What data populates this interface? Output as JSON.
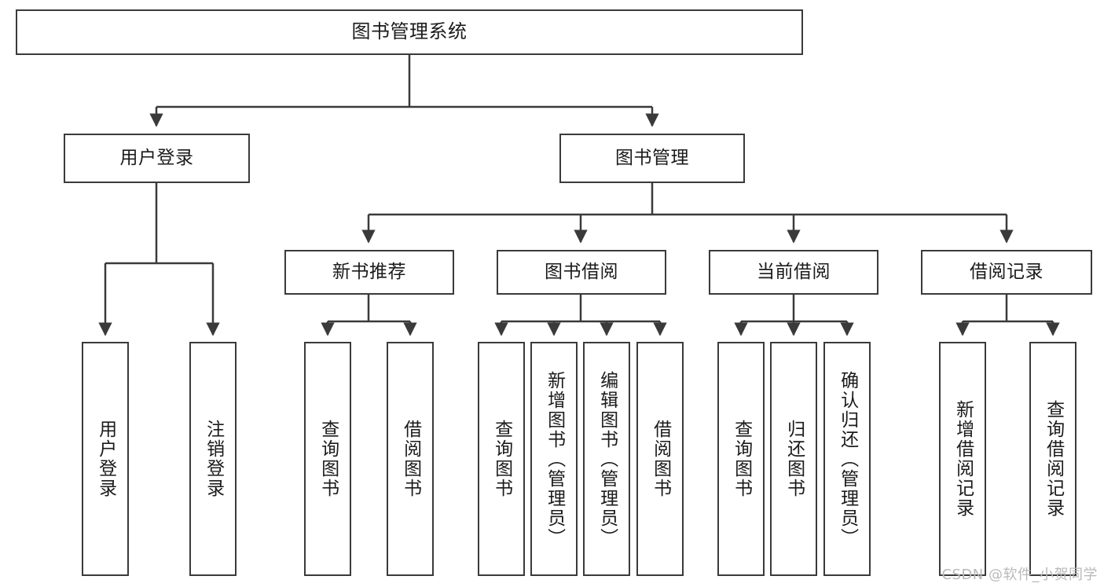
{
  "diagram": {
    "type": "tree-hierarchy",
    "title": "图书管理系统",
    "watermark": "CSDN @软件_小贺同学",
    "colors": {
      "box_border": "#3a3a3a",
      "box_fill": "#ffffff",
      "connector": "#3a3a3a",
      "text": "#1b1b1b",
      "watermark": "#b9b9b9"
    },
    "nodes": {
      "root": {
        "label": "图书管理系统"
      },
      "level2": [
        {
          "id": "user-login",
          "label": "用户登录"
        },
        {
          "id": "book-management",
          "label": "图书管理"
        }
      ],
      "level3": [
        {
          "id": "new-book-recommend",
          "label": "新书推荐"
        },
        {
          "id": "book-borrow",
          "label": "图书借阅"
        },
        {
          "id": "current-borrow",
          "label": "当前借阅"
        },
        {
          "id": "borrow-record",
          "label": "借阅记录"
        }
      ],
      "leaves": {
        "user_login": [
          {
            "id": "leaf-user-login",
            "label": "用户登录"
          },
          {
            "id": "leaf-logout-login",
            "label": "注销登录"
          }
        ],
        "new_book_recommend": [
          {
            "id": "leaf-query-book-1",
            "label": "查询图书"
          },
          {
            "id": "leaf-borrow-book-1",
            "label": "借阅图书"
          }
        ],
        "book_borrow": [
          {
            "id": "leaf-query-book-2",
            "label": "查询图书"
          },
          {
            "id": "leaf-add-book",
            "label": "新增图书（管理员）"
          },
          {
            "id": "leaf-edit-book",
            "label": "编辑图书（管理员）"
          },
          {
            "id": "leaf-borrow-book-2",
            "label": "借阅图书"
          }
        ],
        "current_borrow": [
          {
            "id": "leaf-query-book-3",
            "label": "查询图书"
          },
          {
            "id": "leaf-return-book",
            "label": "归还图书"
          },
          {
            "id": "leaf-confirm-return",
            "label": "确认归还（管理员）"
          }
        ],
        "borrow_record": [
          {
            "id": "leaf-add-record",
            "label": "新增借阅记录"
          },
          {
            "id": "leaf-query-record",
            "label": "查询借阅记录"
          }
        ]
      }
    }
  }
}
